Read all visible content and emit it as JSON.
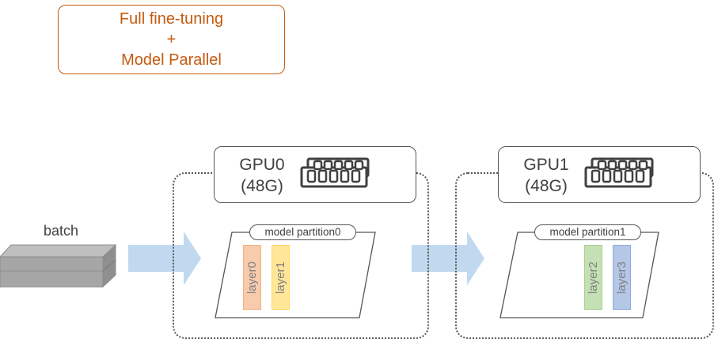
{
  "title": {
    "line1": "Full fine-tuning",
    "line2": "+",
    "line3": "Model Parallel"
  },
  "batch": {
    "label": "batch"
  },
  "gpus": [
    {
      "name": "GPU0",
      "memory": "(48G)",
      "partition": "model partition0",
      "layers": [
        {
          "label": "layer0",
          "fill": "#f8cbad",
          "border": "#f4b183"
        },
        {
          "label": "layer1",
          "fill": "#ffe699",
          "border": "#ffd966"
        }
      ]
    },
    {
      "name": "GPU1",
      "memory": "(48G)",
      "partition": "model partition1",
      "layers": [
        {
          "label": "layer2",
          "fill": "#c5e0b4",
          "border": "#a9d18e"
        },
        {
          "label": "layer3",
          "fill": "#b4c7e7",
          "border": "#8faadc"
        }
      ]
    }
  ],
  "colors": {
    "title": "#c55a11",
    "arrow": "#bdd7ee",
    "outline": "#555555",
    "batch": "#a6a6a6"
  },
  "icons": [
    "memory-module-icon",
    "batch-stack-icon",
    "arrow-right-icon"
  ]
}
